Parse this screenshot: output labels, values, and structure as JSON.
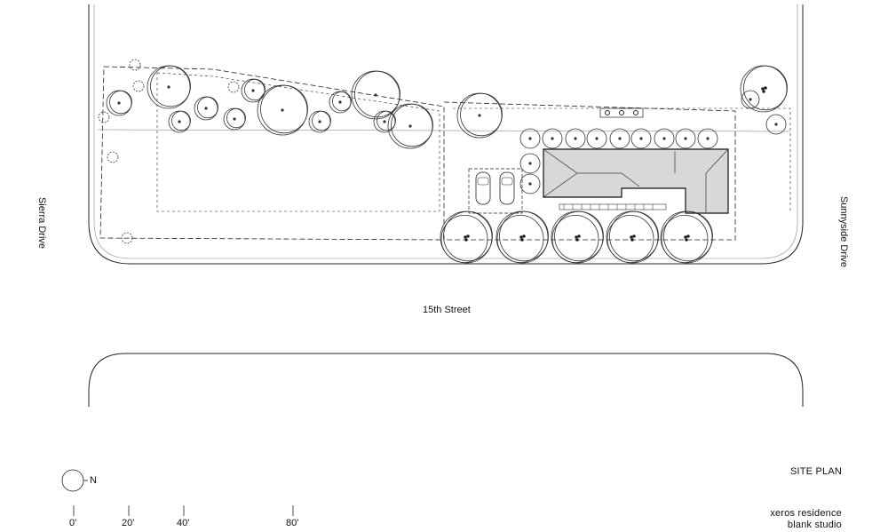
{
  "streets": {
    "left": "Sierra Drive",
    "right": "Sunnyside Drive",
    "bottom": "15th Street"
  },
  "north_arrow": {
    "label": "N"
  },
  "scale": {
    "ticks": [
      "0'",
      "20'",
      "40'",
      "80'"
    ]
  },
  "sheet": {
    "title": "SITE PLAN",
    "project": "xeros residence",
    "firm": "blank studio"
  }
}
